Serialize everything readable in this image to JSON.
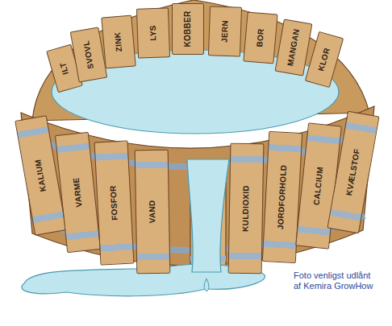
{
  "diagram": {
    "nodes": [
      {
        "text": [
          "ILT"
        ]
      },
      {
        "text": [
          "SVOVL"
        ]
      },
      {
        "text": [
          "ZINK"
        ]
      },
      {
        "text": [
          "LYS"
        ]
      },
      {
        "text": [
          "KOBBER"
        ]
      },
      {
        "text": [
          "JERN"
        ]
      },
      {
        "text": [
          "BOR"
        ]
      },
      {
        "text": [
          "MANGAN"
        ]
      },
      {
        "text": [
          "KLOR"
        ]
      },
      {
        "text": [
          "KALIUM"
        ]
      },
      {
        "text": [
          "VARME"
        ]
      },
      {
        "text": [
          "FOSFOR"
        ]
      },
      {
        "text": [
          "VAND"
        ]
      },
      {
        "text": [
          "KULDIOXID"
        ]
      },
      {
        "text": [
          "JORDFORHOLD"
        ]
      },
      {
        "text": [
          "CALCIUM"
        ]
      },
      {
        "text": [
          "KVÆLSTOF"
        ]
      }
    ],
    "labels": [
      "Foto venligst udlånt af Kemira GrowHow"
    ]
  }
}
